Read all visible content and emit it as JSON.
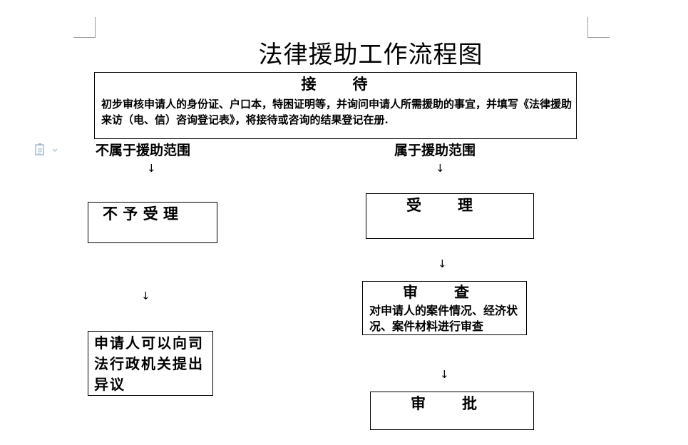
{
  "title": "法律援助工作流程图",
  "reception": {
    "heading": "接　　待",
    "description": "初步审核申请人的身份证、户口本，特困证明等，并询问申请人所需援助的事宜，并填写《法律援助来访（电、信）咨询登记表》，将接待或咨询的结果登记在册."
  },
  "left_branch": {
    "label": "不属于援助范围",
    "reject": "不 予 受 理",
    "objection": "申请人可以向司法行政机关提出异议"
  },
  "right_branch": {
    "label": "属于援助范围",
    "accept": "受　　理",
    "review": {
      "heading": "审　　查",
      "description": "对申请人的案件情况、经济状况、案件材料进行审查"
    },
    "approve": "审　　批"
  },
  "arrow_glyph": "↓",
  "icons": {
    "margin_icon": "document-paste-icon"
  },
  "colors": {
    "border": "#000000",
    "corner_marks": "#9a9a9a",
    "icon": "#9fb6cc"
  }
}
